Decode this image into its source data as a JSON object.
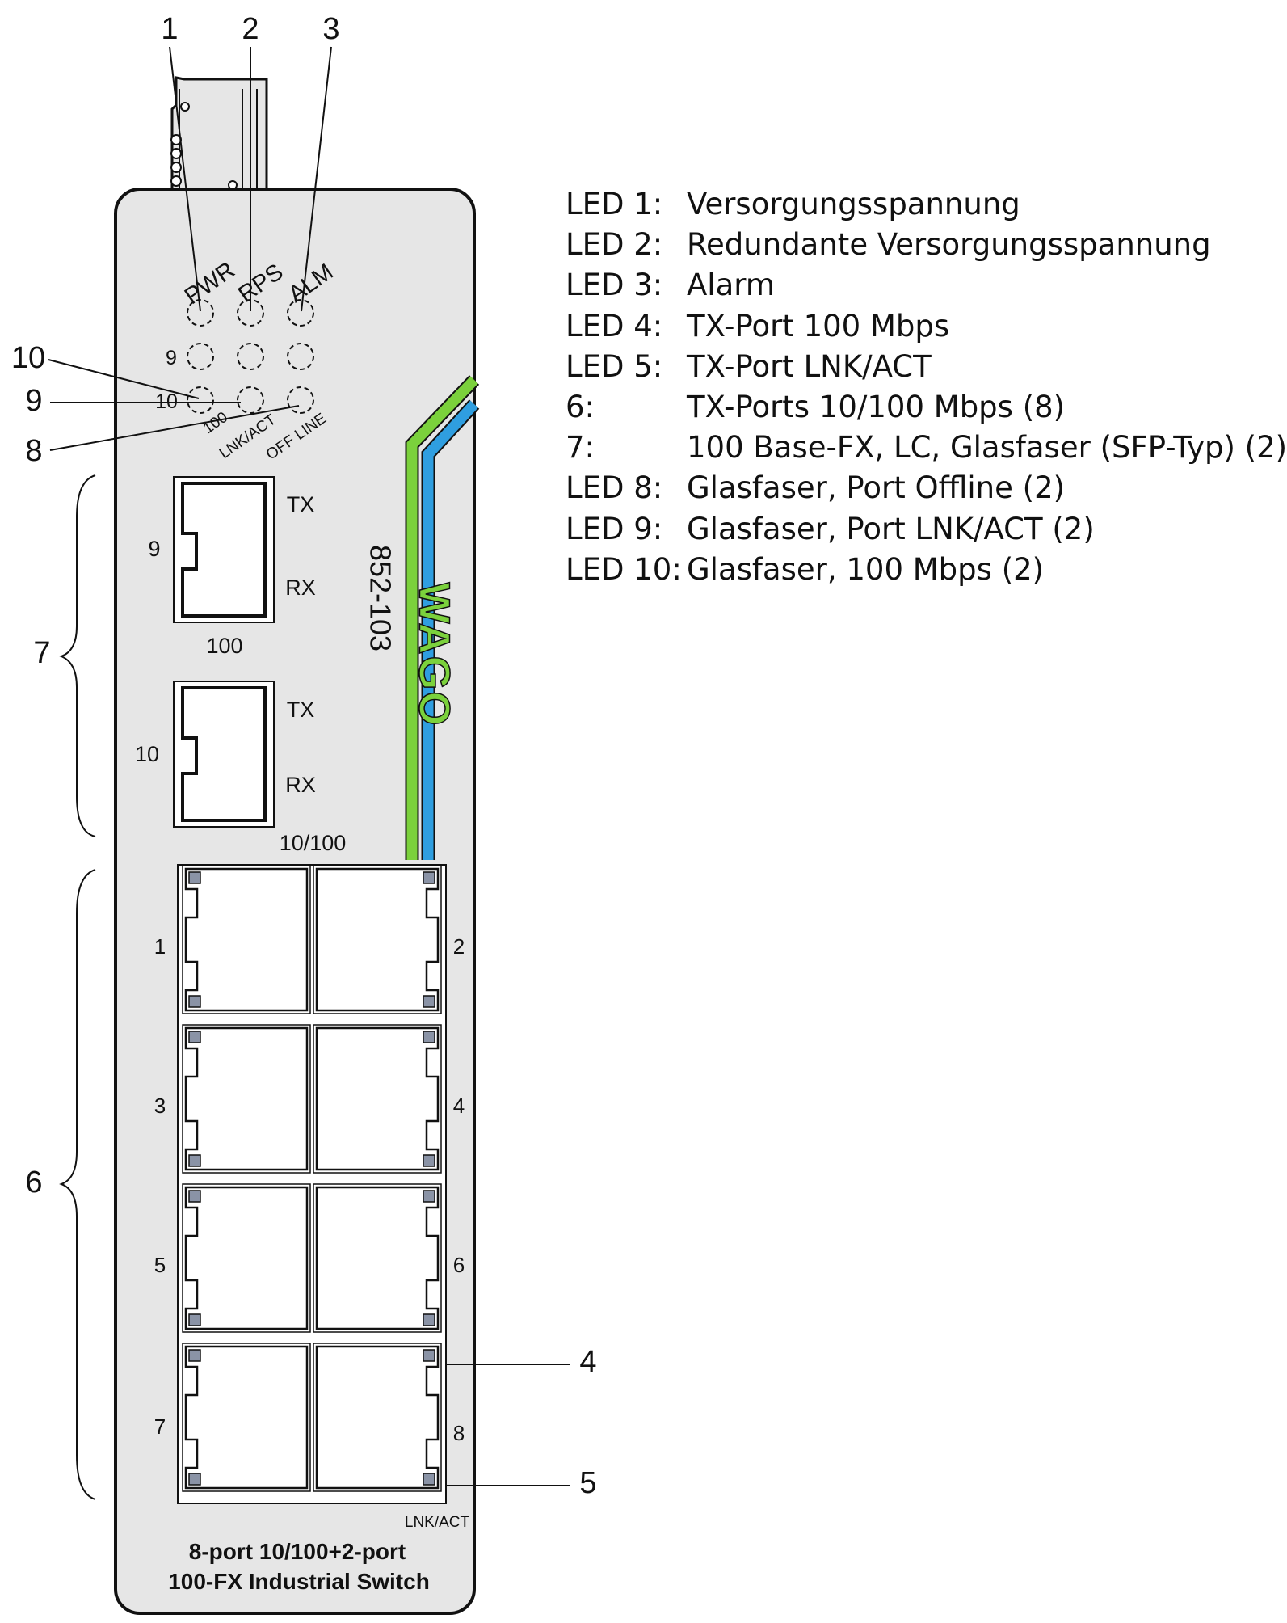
{
  "callouts": {
    "top": [
      "1",
      "2",
      "3"
    ],
    "left": [
      "10",
      "9",
      "8"
    ],
    "right": [
      "4",
      "5"
    ],
    "brace_sfp": "7",
    "brace_rj45": "6"
  },
  "status_leds": [
    "PWR",
    "RPS",
    "ALM"
  ],
  "led_row_labels": [
    "9",
    "10"
  ],
  "led_angled_labels": [
    "100",
    "LNK/ACT",
    "OFF LINE"
  ],
  "sfp_ports": [
    {
      "number": "9",
      "tx": "TX",
      "rx": "RX",
      "speed": "100"
    },
    {
      "number": "10",
      "tx": "TX",
      "rx": "RX",
      "speed": "10/100"
    }
  ],
  "model": "852-103",
  "brand": "WAGO",
  "rj45_ports": [
    "1",
    "2",
    "3",
    "4",
    "5",
    "6",
    "7",
    "8"
  ],
  "lnk_act_label": "LNK/ACT",
  "product_name": [
    "8-port 10/100+2-port",
    "100-FX Industrial Switch"
  ],
  "colors": {
    "housing": "#e6e6e6",
    "green": "#7bd13c",
    "blue": "#2f9ee0",
    "led": "#8a93a6"
  },
  "legend": [
    {
      "key": "LED 1:",
      "desc": "Versorgungsspannung"
    },
    {
      "key": "LED 2:",
      "desc": "Redundante Versorgungsspannung"
    },
    {
      "key": "LED 3:",
      "desc": "Alarm"
    },
    {
      "key": "LED 4:",
      "desc": "TX-Port 100 Mbps"
    },
    {
      "key": "LED 5:",
      "desc": "TX-Port LNK/ACT"
    },
    {
      "key": "6:",
      "desc": "TX-Ports 10/100 Mbps (8)"
    },
    {
      "key": "7:",
      "desc": "100 Base-FX, LC, Glasfaser (SFP-Typ) (2)"
    },
    {
      "key": "LED 8:",
      "desc": "Glasfaser, Port Offline (2)"
    },
    {
      "key": "LED 9:",
      "desc": "Glasfaser, Port LNK/ACT (2)"
    },
    {
      "key": "LED 10:",
      "desc": "Glasfaser, 100 Mbps (2)"
    }
  ]
}
